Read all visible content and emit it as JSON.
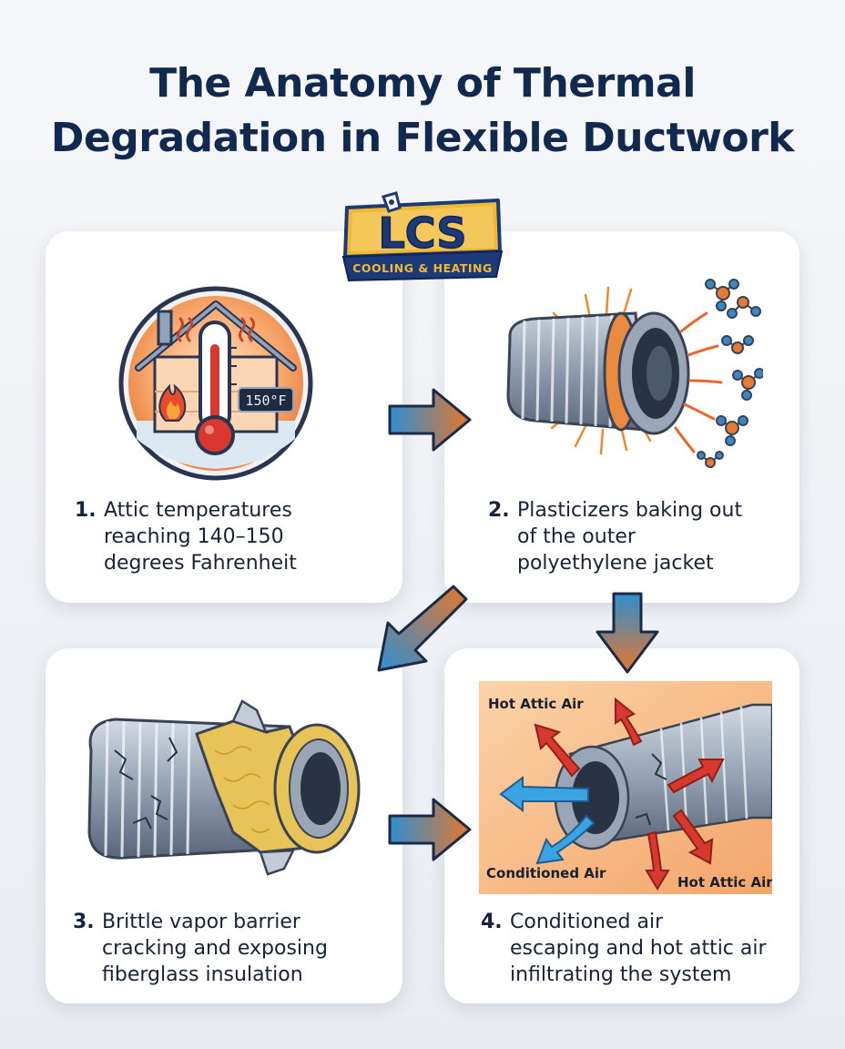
{
  "title": {
    "line1": "The Anatomy of Thermal",
    "line2": "Degradation in Flexible Ductwork"
  },
  "logo": {
    "wordmark": "LCS",
    "tagline": "COOLING & HEATING",
    "colors": {
      "navy": "#1d3a78",
      "gold": "#f0b935"
    }
  },
  "thermometer_display": "150°F",
  "steps": [
    {
      "number": "1.",
      "text": "Attic temperatures\nreaching 140–150\ndegrees Fahrenheit",
      "icon": "house-thermometer-icon"
    },
    {
      "number": "2.",
      "text": "Plasticizers baking out\nof the outer\npolyethylene jacket",
      "icon": "duct-heat-molecules-icon"
    },
    {
      "number": "3.",
      "text": "Brittle vapor barrier\ncracking and exposing\nfiberglass insulation",
      "icon": "cracked-duct-insulation-icon"
    },
    {
      "number": "4.",
      "text": "Conditioned air\nescaping and hot attic air\ninfiltrating the system",
      "icon": "duct-air-leak-icon"
    }
  ],
  "air_labels": {
    "hot_top": "Hot Attic Air",
    "hot_bottom": "Hot Attic Air",
    "conditioned": "Conditioned Air"
  },
  "colors": {
    "title": "#12294f",
    "arrow_blue": "#2f8fd1",
    "arrow_orange": "#e5762b",
    "hot_red": "#d9382e",
    "cool_blue": "#3aa3e3"
  }
}
